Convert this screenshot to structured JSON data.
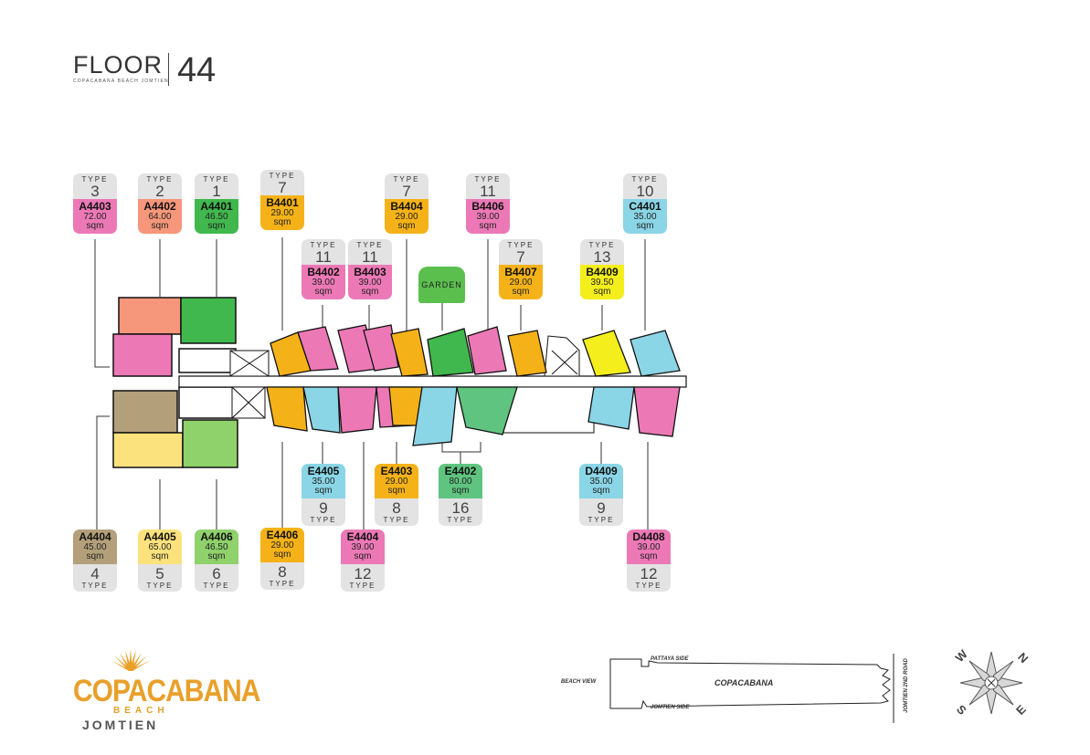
{
  "header": {
    "floor_label": "FLOOR",
    "floor_number": "44",
    "subtitle": "COPACABANA BEACH JOMTIEN"
  },
  "type_word": "TYPE",
  "area_unit": "sqm",
  "units_top": [
    {
      "code": "A4403",
      "type": "3",
      "area": "72.00",
      "color": "#ec79b6"
    },
    {
      "code": "A4402",
      "type": "2",
      "area": "64.00",
      "color": "#f6967a"
    },
    {
      "code": "A4401",
      "type": "1",
      "area": "46.50",
      "color": "#41b84d"
    },
    {
      "code": "B4401",
      "type": "7",
      "area": "29.00",
      "color": "#f5b218"
    },
    {
      "code": "B4402",
      "type": "11",
      "area": "39.00",
      "color": "#ec79b6"
    },
    {
      "code": "B4403",
      "type": "11",
      "area": "39.00",
      "color": "#ec79b6"
    },
    {
      "code": "B4404",
      "type": "7",
      "area": "29.00",
      "color": "#f5b218"
    },
    {
      "code": "B4406",
      "type": "11",
      "area": "39.00",
      "color": "#ec79b6"
    },
    {
      "code": "B4407",
      "type": "7",
      "area": "29.00",
      "color": "#f5b218"
    },
    {
      "code": "B4409",
      "type": "13",
      "area": "39.50",
      "color": "#f4ee1d"
    },
    {
      "code": "C4401",
      "type": "10",
      "area": "35.00",
      "color": "#8ad5e6"
    }
  ],
  "units_bottom": [
    {
      "code": "E4405",
      "type": "9",
      "area": "35.00",
      "color": "#8ad5e6"
    },
    {
      "code": "E4403",
      "type": "8",
      "area": "29.00",
      "color": "#f5b218"
    },
    {
      "code": "E4402",
      "type": "16",
      "area": "80.00",
      "color": "#5fc47f"
    },
    {
      "code": "D4409",
      "type": "9",
      "area": "35.00",
      "color": "#8ad5e6"
    },
    {
      "code": "A4404",
      "type": "4",
      "area": "45.00",
      "color": "#b3a07a"
    },
    {
      "code": "A4405",
      "type": "5",
      "area": "65.00",
      "color": "#fbe27c"
    },
    {
      "code": "A4406",
      "type": "6",
      "area": "46.50",
      "color": "#8fd16b"
    },
    {
      "code": "E4406",
      "type": "8",
      "area": "29.00",
      "color": "#f5b218"
    },
    {
      "code": "E4404",
      "type": "12",
      "area": "39.00",
      "color": "#ec79b6"
    },
    {
      "code": "D4408",
      "type": "12",
      "area": "39.00",
      "color": "#ec79b6"
    }
  ],
  "garden_label": "GARDEN",
  "logo": {
    "copa": "COPACABANA",
    "beach": "BEACH",
    "jomtien": "JOMTIEN"
  },
  "key_plan": {
    "name": "COPACABANA",
    "beach_view": "BEACH VIEW",
    "pattaya_side": "PATTAYA SIDE",
    "jomtien_side": "JOMTIEN SIDE",
    "road": "JOMTIEN 2ND ROAD"
  },
  "compass": {
    "n": "N",
    "s": "S",
    "e": "E",
    "w": "W"
  },
  "colors": {
    "pink": "#ec79b6",
    "orange": "#f5b218",
    "blue": "#8ad5e6",
    "green": "#41b84d",
    "logo_orange": "#e8a02b"
  }
}
